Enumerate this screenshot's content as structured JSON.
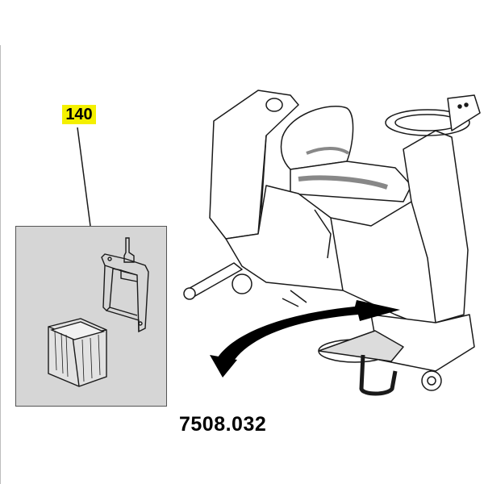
{
  "callout": {
    "label": "140",
    "highlight": "#f4f000"
  },
  "drawing_code": "7508.032",
  "icons": [
    "scrubber-machine-illustration",
    "bracket-part-icon",
    "basket-part-icon",
    "direction-arrow-icon"
  ],
  "colors": {
    "inset_bg": "#d6d6d6",
    "line": "#1a1a1a",
    "arrow": "#000000"
  }
}
